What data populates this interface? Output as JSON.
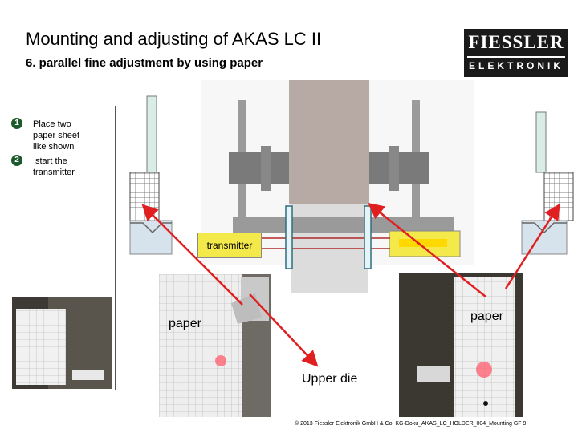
{
  "title": "Mounting and adjusting of AKAS LC II",
  "subtitle": "6. parallel fine adjustment by using paper",
  "logo": {
    "line1": "FIESSLER",
    "line2": "ELEKTRONIK"
  },
  "steps": [
    {
      "number": "1",
      "text_lines": [
        "Place two",
        "paper sheet",
        "like shown"
      ]
    },
    {
      "number": "2",
      "text_lines": [
        "start the",
        "transmitter"
      ]
    }
  ],
  "labels": {
    "transmitter": "transmitter",
    "paper_left": "paper",
    "paper_right": "paper",
    "upper_die": "Upper die"
  },
  "footer": "© 2013 Fiessler Elektronik GmbH & Co. KG·Doku_AKAS_LC_HOLDER_004_Mounting GF   9",
  "colors": {
    "arrow": "#e02020",
    "beam": "#b02a2a",
    "transmitter": "#f4e94a",
    "logo_bg": "#1a1a1a"
  }
}
